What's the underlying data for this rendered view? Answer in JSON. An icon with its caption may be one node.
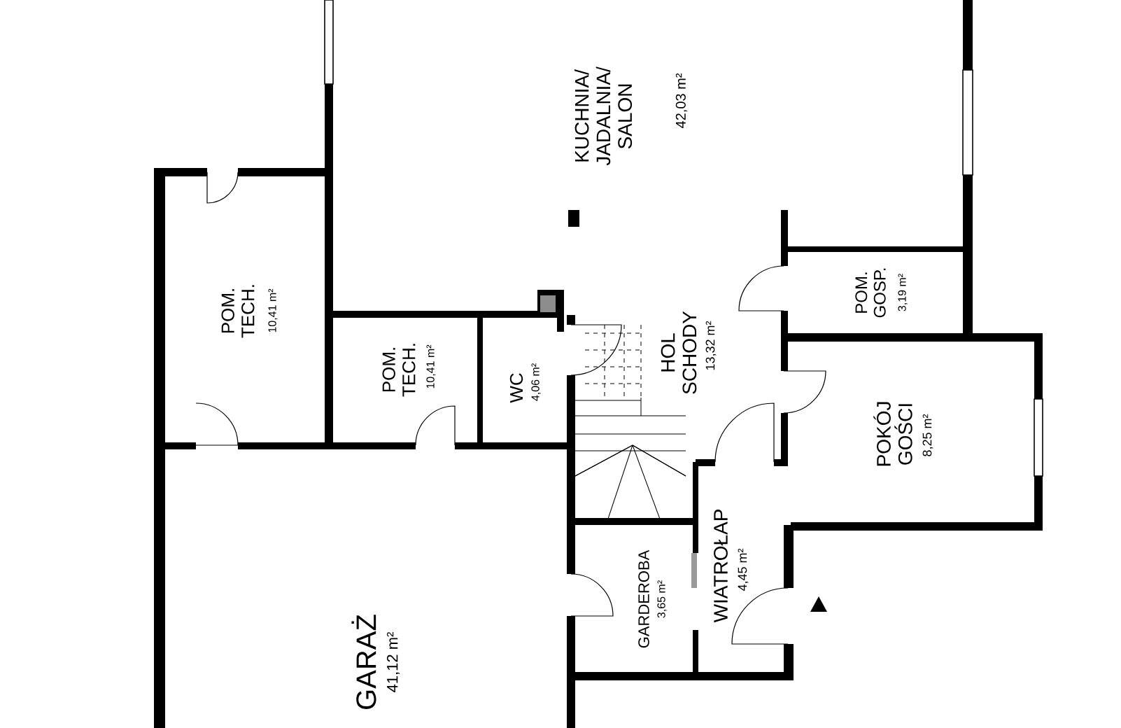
{
  "diagram": {
    "labels": [
      "KUCHNIA/ JADALNIA/ SALON",
      "42,03 m²",
      "POM. TECH.",
      "10,41 m²",
      "POM. GOSP.",
      "3,19 m²",
      "POM. TECH.",
      "10,41 m²",
      "WC",
      "4,06 m²",
      "HOL SCHODY",
      "13,32 m²",
      "POKÓJ GOŚCI",
      "8,25 m²",
      "WIATROŁAP",
      "4,45 m²",
      "GARDEROBA",
      "3,65 m²",
      "GARAŻ",
      "41,12 m²"
    ]
  }
}
